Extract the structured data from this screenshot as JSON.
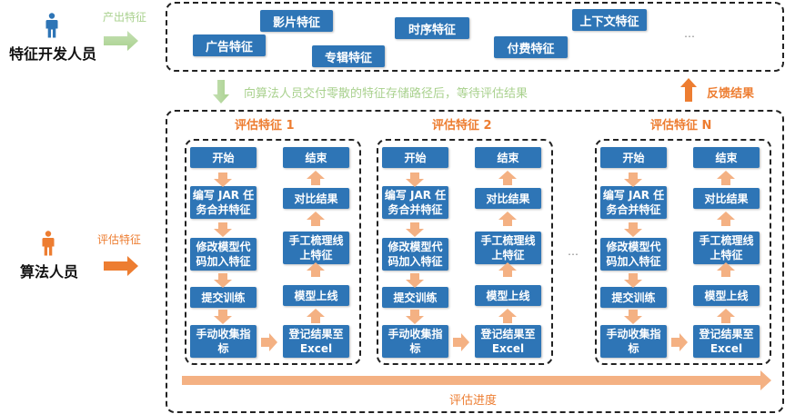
{
  "colors": {
    "box_blue": "#2e75b6",
    "accent_orange": "#ed7d31",
    "light_orange": "#f4b183",
    "light_green": "#a9d18e",
    "green_text": "#a9d18e"
  },
  "top": {
    "role": {
      "label": "特征开发人员",
      "icon": "person-icon",
      "icon_color": "#2e75b6"
    },
    "arrow_label": "产出特征",
    "features": [
      "影片特征",
      "广告特征",
      "专辑特征",
      "时序特征",
      "付费特征",
      "上下文特征"
    ],
    "ellipsis": "…",
    "delivery_text": "向算法人员交付零散的特征存储路径后，等待评估结果",
    "feedback_text": "反馈结果"
  },
  "bottom": {
    "role": {
      "label": "算法人员",
      "icon": "person-icon",
      "icon_color": "#ed7d31"
    },
    "arrow_label": "评估特征",
    "between_ellipsis": "…",
    "panels": [
      {
        "title": "评估特征 1"
      },
      {
        "title": "评估特征 2"
      },
      {
        "title": "评估特征 N"
      }
    ],
    "steps_left": [
      "开始",
      "编写 JAR 任务合并特征",
      "修改模型代码加入特征",
      "提交训练",
      "手动收集指标"
    ],
    "steps_right": [
      "结束",
      "对比结果",
      "手工梳理线上特征",
      "模型上线",
      "登记结果至 Excel"
    ],
    "progress_label": "评估进度"
  }
}
